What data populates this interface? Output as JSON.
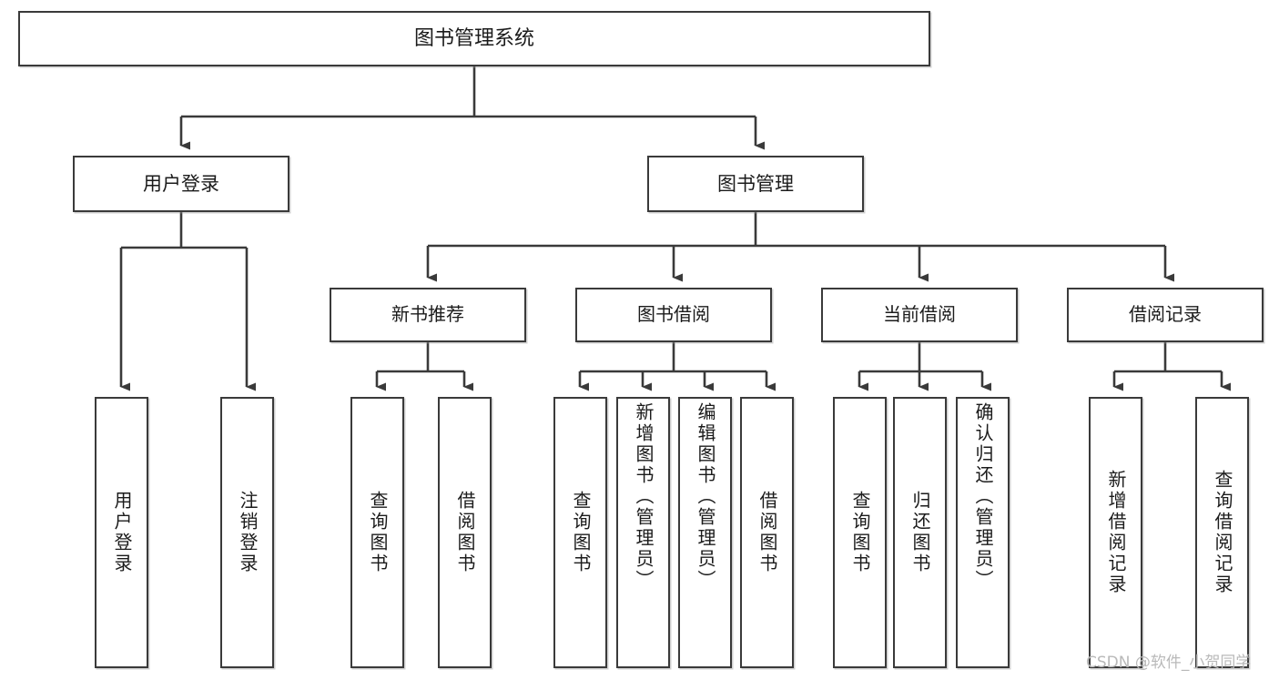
{
  "diagram": {
    "type": "tree-hierarchy",
    "title": "图书管理系统",
    "orientation": "top-down",
    "colors": {
      "node_border": "#3a3a3a",
      "node_fill": "#ffffff",
      "edge": "#3a3a3a",
      "text": "#1b1b1b",
      "watermark": "#b9b9b9"
    },
    "root": {
      "id": "root",
      "label": "图书管理系统"
    },
    "level2": [
      {
        "id": "user-login",
        "label": "用户登录"
      },
      {
        "id": "book-manage",
        "label": "图书管理"
      }
    ],
    "level3": [
      {
        "id": "new-book-recommend",
        "label": "新书推荐",
        "parent": "book-manage"
      },
      {
        "id": "book-borrow",
        "label": "图书借阅",
        "parent": "book-manage"
      },
      {
        "id": "current-borrow",
        "label": "当前借阅",
        "parent": "book-manage"
      },
      {
        "id": "borrow-record",
        "label": "借阅记录",
        "parent": "book-manage"
      }
    ],
    "leaves": [
      {
        "id": "leaf-user-login",
        "label": "用户登录",
        "parent": "user-login"
      },
      {
        "id": "leaf-logout-login",
        "label": "注销登录",
        "parent": "user-login"
      },
      {
        "id": "leaf-query-book-rec",
        "label": "查询图书",
        "parent": "new-book-recommend"
      },
      {
        "id": "leaf-borrow-book-rec",
        "label": "借阅图书",
        "parent": "new-book-recommend"
      },
      {
        "id": "leaf-query-book-borrow",
        "label": "查询图书",
        "parent": "book-borrow"
      },
      {
        "id": "leaf-add-book-admin",
        "label": "新增图书（管理员）",
        "parent": "book-borrow"
      },
      {
        "id": "leaf-edit-book-admin",
        "label": "编辑图书（管理员）",
        "parent": "book-borrow"
      },
      {
        "id": "leaf-borrow-book",
        "label": "借阅图书",
        "parent": "book-borrow"
      },
      {
        "id": "leaf-query-book-current",
        "label": "查询图书",
        "parent": "current-borrow"
      },
      {
        "id": "leaf-return-book",
        "label": "归还图书",
        "parent": "current-borrow"
      },
      {
        "id": "leaf-confirm-return-admin",
        "label": "确认归还（管理员）",
        "parent": "current-borrow"
      },
      {
        "id": "leaf-add-borrow-record",
        "label": "新增借阅记录",
        "parent": "borrow-record"
      },
      {
        "id": "leaf-query-borrow-record",
        "label": "查询借阅记录",
        "parent": "borrow-record"
      }
    ],
    "watermark": "CSDN @软件_小贺同学"
  }
}
